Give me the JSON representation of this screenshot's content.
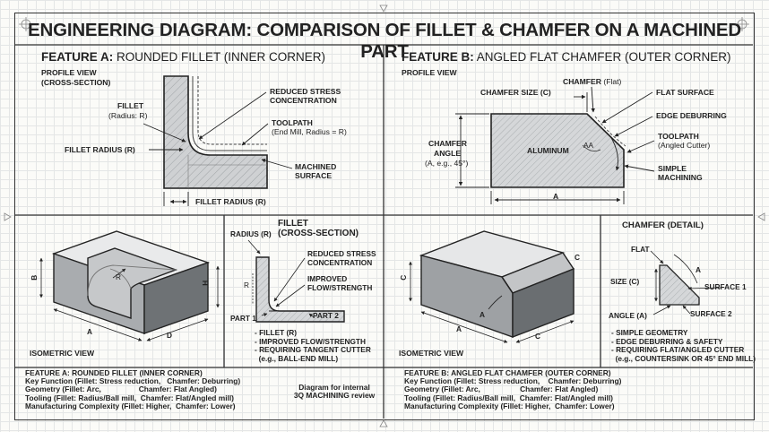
{
  "title": "ENGINEERING DIAGRAM: COMPARISON OF FILLET & CHAMFER ON A MACHINED PART",
  "featureA": {
    "title_bold": "FEATURE A:",
    "title_rest": "ROUNDED FILLET (INNER CORNER)",
    "profile_view": "PROFILE VIEW",
    "cross_section": "(CROSS-SECTION)",
    "fillet": "FILLET",
    "fillet_radius_note": "(Radius: R)",
    "fillet_radius_r": "FILLET RADIUS (R)",
    "reduced_stress": "REDUCED STRESS",
    "concentration": "CONCENTRATION",
    "toolpath": "TOOLPATH",
    "toolpath_note": "(End Mill, Radius = R)",
    "machined": "MACHINED",
    "surface": "SURFACE",
    "fillet_radius_bottom": "FILLET RADIUS (R)"
  },
  "featureB": {
    "title_bold": "FEATURE B:",
    "title_rest": "ANGLED FLAT CHAMFER (OUTER CORNER)",
    "profile_view": "PROFILE VIEW",
    "chamfer_size": "CHAMFER SIZE (C)",
    "chamfer": "CHAMFER",
    "chamfer_flat": "(Flat)",
    "flat_surface": "FLAT SURFACE",
    "edge_deburring": "EDGE DEBURRING",
    "toolpath": "TOOLPATH",
    "toolpath_note": "(Angled Cutter)",
    "simple": "SIMPLE",
    "machining": "MACHINING",
    "chamfer_angle_1": "CHAMFER",
    "chamfer_angle_2": "ANGLE",
    "chamfer_angle_3": "(A, e.g., 45°)",
    "aluminum": "ALUMINUM",
    "angle_mark": "AA",
    "dim_a": "A"
  },
  "isoA": {
    "label": "ISOMETRIC VIEW",
    "dim_b": "B",
    "dim_h": "H",
    "dim_r": "R",
    "dim_a": "A",
    "dim_d": "D"
  },
  "filletSection": {
    "radius_r": "RADIUS (R)",
    "title1": "FILLET",
    "title2": "(CROSS-SECTION)",
    "reduced": "REDUCED STRESS",
    "concentration": "CONCENTRATION",
    "improved1": "IMPROVED",
    "improved2": "FLOW/STRENGTH",
    "r_mark": "R",
    "part1": "PART 1",
    "part2": "PART 2",
    "bullets": [
      "- FILLET (R)",
      "- IMPROVED FLOW/STRENGTH",
      "- REQUIRING TANGENT CUTTER",
      "  (e.g., BALL-END MILL)"
    ]
  },
  "isoB": {
    "label": "ISOMETRIC VIEW",
    "dim_c_left": "C",
    "dim_c_top": "C",
    "dim_a_angle": "A",
    "dim_a": "A",
    "dim_c_bottom": "C"
  },
  "chamferDetail": {
    "title": "CHAMFER (DETAIL)",
    "flat": "FLAT",
    "a": "A",
    "size_c": "SIZE (C)",
    "surface1": "SURFACE 1",
    "angle_a": "ANGLE (A)",
    "surface2": "SURFACE 2",
    "bullets": [
      "- SIMPLE GEOMETRY",
      "- EDGE DEBURRING & SAFETY",
      "- REQUIRING FLAT/ANGLED CUTTER",
      "  (e.g., COUNTERSINK OR 45° END MILL)"
    ]
  },
  "footerA": {
    "title": "FEATURE A: ROUNDED FILLET (INNER CORNER)",
    "lines": [
      "Key Function (Fillet: Stress reduction,   Chamfer: Deburring)",
      "Geometry (Fillet: Arc,                  Chamfer: Flat Angled)",
      "Tooling (Fillet: Radius/Ball mill,  Chamfer: Flat/Angled mill)",
      "Manufacturing Complexity (Fillet: Higher,  Chamfer: Lower)"
    ]
  },
  "footerNote": [
    "Diagram for internal",
    "3Q MACHINING review"
  ],
  "footerB": {
    "title": "FEATURE B: ANGLED FLAT CHAMFER (OUTER CORNER)",
    "lines": [
      "Key Function (Fillet: Stress reduction,    Chamfer: Deburring)",
      "Geometry (Fillet: Arc,                   Chamfer: Flat Angled)",
      "Tooling (Fillet: Radius/Ball mill,  Chamfer: Flat/Angled mill)",
      "Manufacturing Complexity (Fillet: Higher,  Chamfer: Lower)"
    ]
  }
}
